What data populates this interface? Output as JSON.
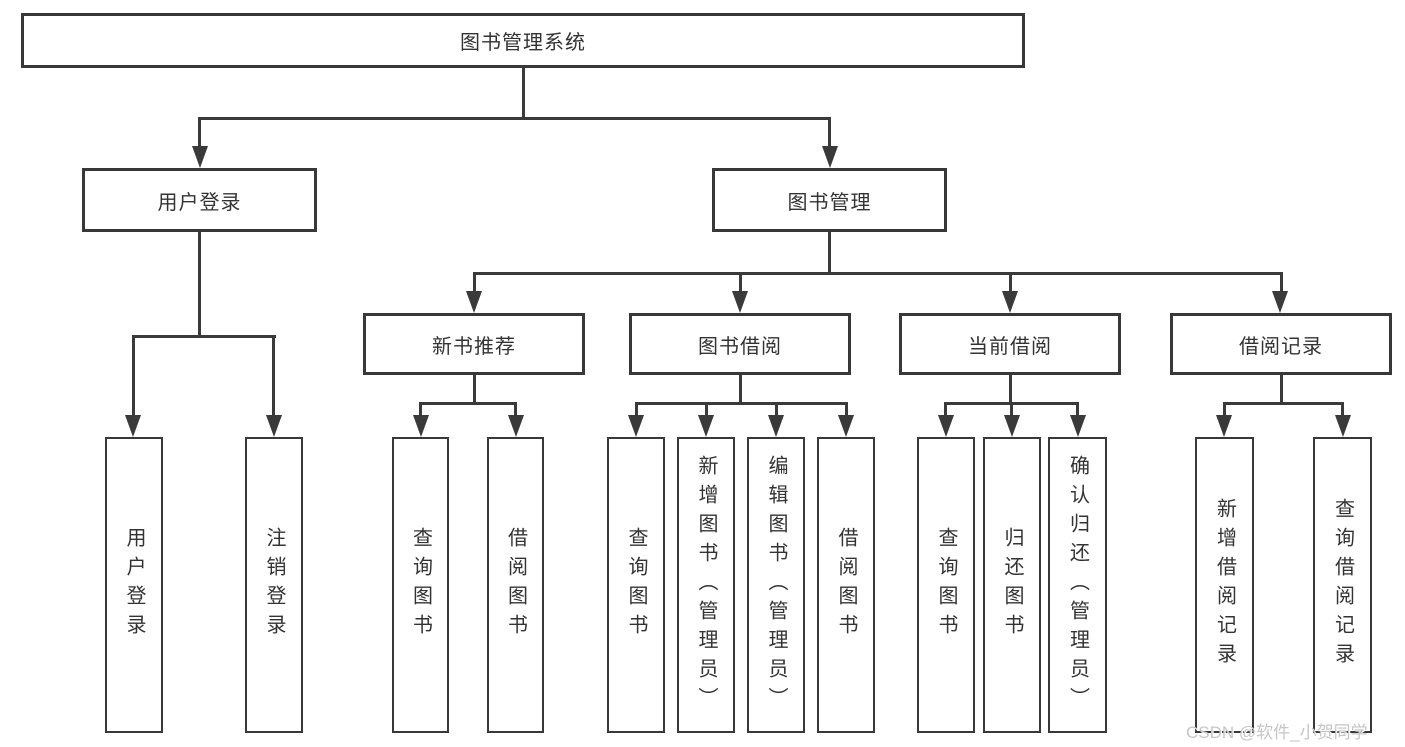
{
  "tree": {
    "root": "图书管理系统",
    "branches": [
      {
        "label": "用户登录",
        "children": [
          {
            "label": "用户登录"
          },
          {
            "label": "注销登录"
          }
        ]
      },
      {
        "label": "图书管理",
        "children": [
          {
            "label": "新书推荐",
            "children": [
              {
                "label": "查询图书"
              },
              {
                "label": "借阅图书"
              }
            ]
          },
          {
            "label": "图书借阅",
            "children": [
              {
                "label": "查询图书"
              },
              {
                "label": "新增图书（管理员）"
              },
              {
                "label": "编辑图书（管理员）"
              },
              {
                "label": "借阅图书"
              }
            ]
          },
          {
            "label": "当前借阅",
            "children": [
              {
                "label": "查询图书"
              },
              {
                "label": "归还图书"
              },
              {
                "label": "确认归还（管理员）"
              }
            ]
          },
          {
            "label": "借阅记录",
            "children": [
              {
                "label": "新增借阅记录"
              },
              {
                "label": "查询借阅记录"
              }
            ]
          }
        ]
      }
    ]
  },
  "watermark": "CSDN @软件_小贺同学",
  "icons": {
    "connector_arrow": "arrowhead-down"
  },
  "colors": {
    "line": "#3a3a3a",
    "border": "#383838",
    "text": "#333333",
    "watermark": "#c6c6c6",
    "background": "#ffffff"
  }
}
